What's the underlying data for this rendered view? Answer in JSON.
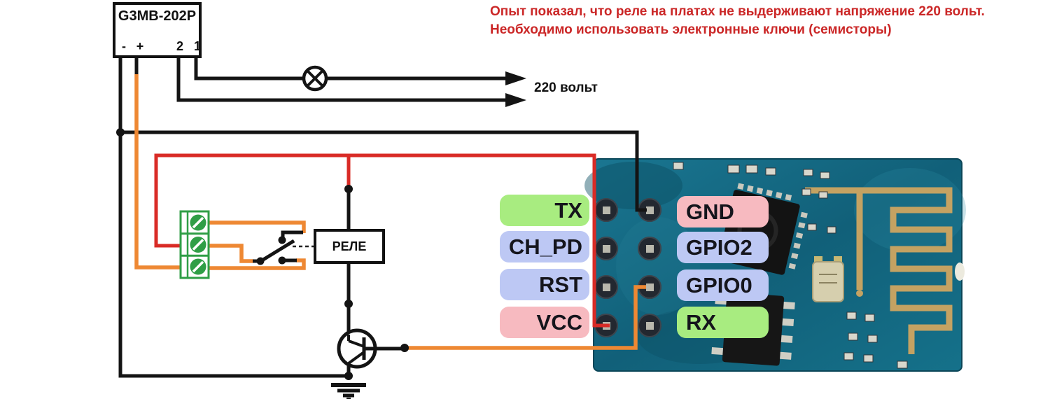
{
  "warning": {
    "line1": "Опыт показал, что реле на платах не выдерживают напряжение 220 вольт.",
    "line2": "Необходимо использовать электронные ключи (семисторы)",
    "color": "#cb2727"
  },
  "ssr_module": {
    "title": "G3MB-202P",
    "pin_minus": "-",
    "pin_plus": "+",
    "pin_2": "2",
    "pin_1": "1"
  },
  "labels": {
    "mains": "220 вольт",
    "relay": "РЕЛЕ"
  },
  "esp_module": {
    "left_pins": [
      {
        "label": "TX",
        "color": "#a8ec80"
      },
      {
        "label": "CH_PD",
        "color": "#bdc8f4"
      },
      {
        "label": "RST",
        "color": "#bdc8f4"
      },
      {
        "label": "VCC",
        "color": "#f7bac0"
      }
    ],
    "right_pins": [
      {
        "label": "GND",
        "color": "#f7bac0"
      },
      {
        "label": "GPIO2",
        "color": "#bdc8f4"
      },
      {
        "label": "GPIO0",
        "color": "#bdc8f4"
      },
      {
        "label": "RX",
        "color": "#a8ec80"
      }
    ]
  },
  "wire_colors": {
    "black": "#141414",
    "red": "#d92b26",
    "orange": "#ee8833",
    "terminal_green": "#2f9e46",
    "pcb_teal": "#136880",
    "antenna_gold": "#c4a262"
  }
}
